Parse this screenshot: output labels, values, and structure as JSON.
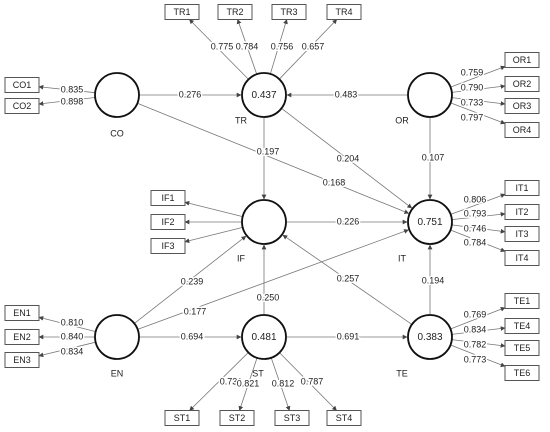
{
  "latents": [
    {
      "id": "CO",
      "label": "CO",
      "r2": ""
    },
    {
      "id": "TR",
      "label": "TR",
      "r2": "0.437"
    },
    {
      "id": "OR",
      "label": "OR",
      "r2": ""
    },
    {
      "id": "IF",
      "label": "IF",
      "r2": ""
    },
    {
      "id": "IT",
      "label": "IT",
      "r2": "0.751"
    },
    {
      "id": "EN",
      "label": "EN",
      "r2": ""
    },
    {
      "id": "ST",
      "label": "ST",
      "r2": "0.481"
    },
    {
      "id": "TE",
      "label": "TE",
      "r2": "0.383"
    }
  ],
  "indicators": [
    {
      "id": "CO1",
      "latent": "CO",
      "loading": "0.835"
    },
    {
      "id": "CO2",
      "latent": "CO",
      "loading": "0.898"
    },
    {
      "id": "TR1",
      "latent": "TR",
      "loading": "0.775"
    },
    {
      "id": "TR2",
      "latent": "TR",
      "loading": "0.784"
    },
    {
      "id": "TR3",
      "latent": "TR",
      "loading": "0.756"
    },
    {
      "id": "TR4",
      "latent": "TR",
      "loading": "0.657"
    },
    {
      "id": "OR1",
      "latent": "OR",
      "loading": "0.759"
    },
    {
      "id": "OR2",
      "latent": "OR",
      "loading": "0.790"
    },
    {
      "id": "OR3",
      "latent": "OR",
      "loading": "0.733"
    },
    {
      "id": "OR4",
      "latent": "OR",
      "loading": "0.797"
    },
    {
      "id": "IF1",
      "latent": "IF",
      "loading": ""
    },
    {
      "id": "IF2",
      "latent": "IF",
      "loading": ""
    },
    {
      "id": "IF3",
      "latent": "IF",
      "loading": ""
    },
    {
      "id": "IT1",
      "latent": "IT",
      "loading": "0.806"
    },
    {
      "id": "IT2",
      "latent": "IT",
      "loading": "0.793"
    },
    {
      "id": "IT3",
      "latent": "IT",
      "loading": "0.746"
    },
    {
      "id": "IT4",
      "latent": "IT",
      "loading": "0.784"
    },
    {
      "id": "EN1",
      "latent": "EN",
      "loading": "0.810"
    },
    {
      "id": "EN2",
      "latent": "EN",
      "loading": "0.840"
    },
    {
      "id": "EN3",
      "latent": "EN",
      "loading": "0.834"
    },
    {
      "id": "ST1",
      "latent": "ST",
      "loading": "0.731"
    },
    {
      "id": "ST2",
      "latent": "ST",
      "loading": "0.821"
    },
    {
      "id": "ST3",
      "latent": "ST",
      "loading": "0.812"
    },
    {
      "id": "ST4",
      "latent": "ST",
      "loading": "0.787"
    },
    {
      "id": "TE1",
      "latent": "TE",
      "loading": "0.769"
    },
    {
      "id": "TE4",
      "latent": "TE",
      "loading": "0.834"
    },
    {
      "id": "TE5",
      "latent": "TE",
      "loading": "0.782"
    },
    {
      "id": "TE6",
      "latent": "TE",
      "loading": "0.773"
    }
  ],
  "paths": [
    {
      "from": "CO",
      "to": "TR",
      "coef": "0.276"
    },
    {
      "from": "OR",
      "to": "TR",
      "coef": "0.483"
    },
    {
      "from": "TR",
      "to": "IF",
      "coef": "0.197"
    },
    {
      "from": "TR",
      "to": "IT",
      "coef": "0.204"
    },
    {
      "from": "CO",
      "to": "IT",
      "coef": "0.168"
    },
    {
      "from": "OR",
      "to": "IT",
      "coef": "0.107"
    },
    {
      "from": "IF",
      "to": "IT",
      "coef": "0.226"
    },
    {
      "from": "EN",
      "to": "IF",
      "coef": "0.239"
    },
    {
      "from": "EN",
      "to": "IT",
      "coef": "0.177"
    },
    {
      "from": "ST",
      "to": "IF",
      "coef": "0.250"
    },
    {
      "from": "TE",
      "to": "IF",
      "coef": "0.257"
    },
    {
      "from": "TE",
      "to": "IT",
      "coef": "0.194"
    },
    {
      "from": "EN",
      "to": "ST",
      "coef": "0.694"
    },
    {
      "from": "ST",
      "to": "TE",
      "coef": "0.691"
    }
  ]
}
